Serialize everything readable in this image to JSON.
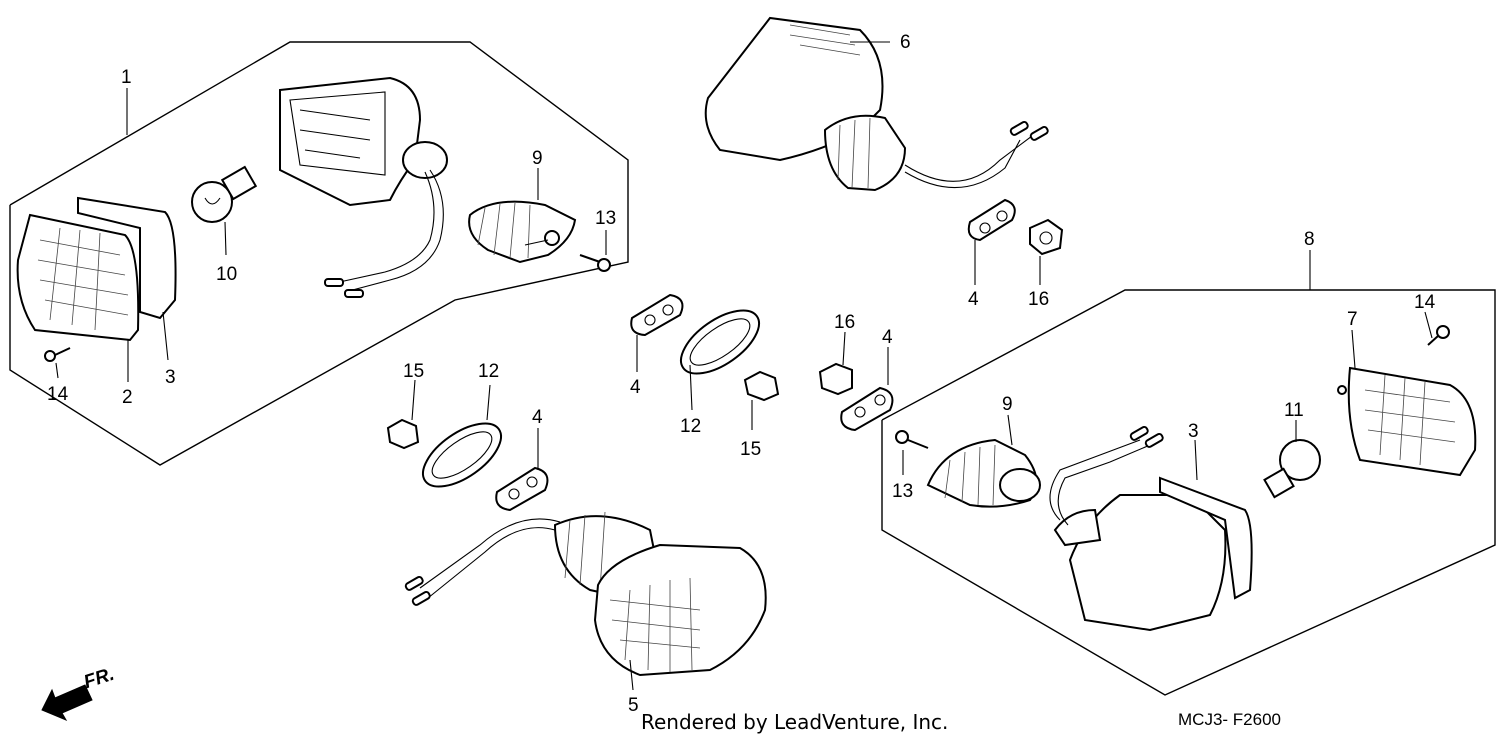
{
  "diagram": {
    "callouts": [
      "1",
      "2",
      "3",
      "4",
      "5",
      "6",
      "7",
      "8",
      "9",
      "10",
      "11",
      "12",
      "13",
      "14",
      "15",
      "16"
    ],
    "labels": [
      {
        "id": "c1",
        "text": "1"
      },
      {
        "id": "c2",
        "text": "2"
      },
      {
        "id": "c3a",
        "text": "3"
      },
      {
        "id": "c14a",
        "text": "14"
      },
      {
        "id": "c10",
        "text": "10"
      },
      {
        "id": "c9a",
        "text": "9"
      },
      {
        "id": "c13a",
        "text": "13"
      },
      {
        "id": "c6",
        "text": "6"
      },
      {
        "id": "c4a",
        "text": "4"
      },
      {
        "id": "c16a",
        "text": "16"
      },
      {
        "id": "c8",
        "text": "8"
      },
      {
        "id": "c14b",
        "text": "14"
      },
      {
        "id": "c7",
        "text": "7"
      },
      {
        "id": "c4b",
        "text": "4"
      },
      {
        "id": "c12a",
        "text": "12"
      },
      {
        "id": "c15a",
        "text": "15"
      },
      {
        "id": "c16b",
        "text": "16"
      },
      {
        "id": "c4c",
        "text": "4"
      },
      {
        "id": "c15b",
        "text": "15"
      },
      {
        "id": "c12b",
        "text": "12"
      },
      {
        "id": "c4d",
        "text": "4"
      },
      {
        "id": "c9b",
        "text": "9"
      },
      {
        "id": "c3b",
        "text": "3"
      },
      {
        "id": "c11",
        "text": "11"
      },
      {
        "id": "c13b",
        "text": "13"
      },
      {
        "id": "c5",
        "text": "5"
      }
    ]
  },
  "direction_label": "FR.",
  "footer": "Rendered by LeadVenture, Inc.",
  "diagram_code": "MCJ3- F2600"
}
